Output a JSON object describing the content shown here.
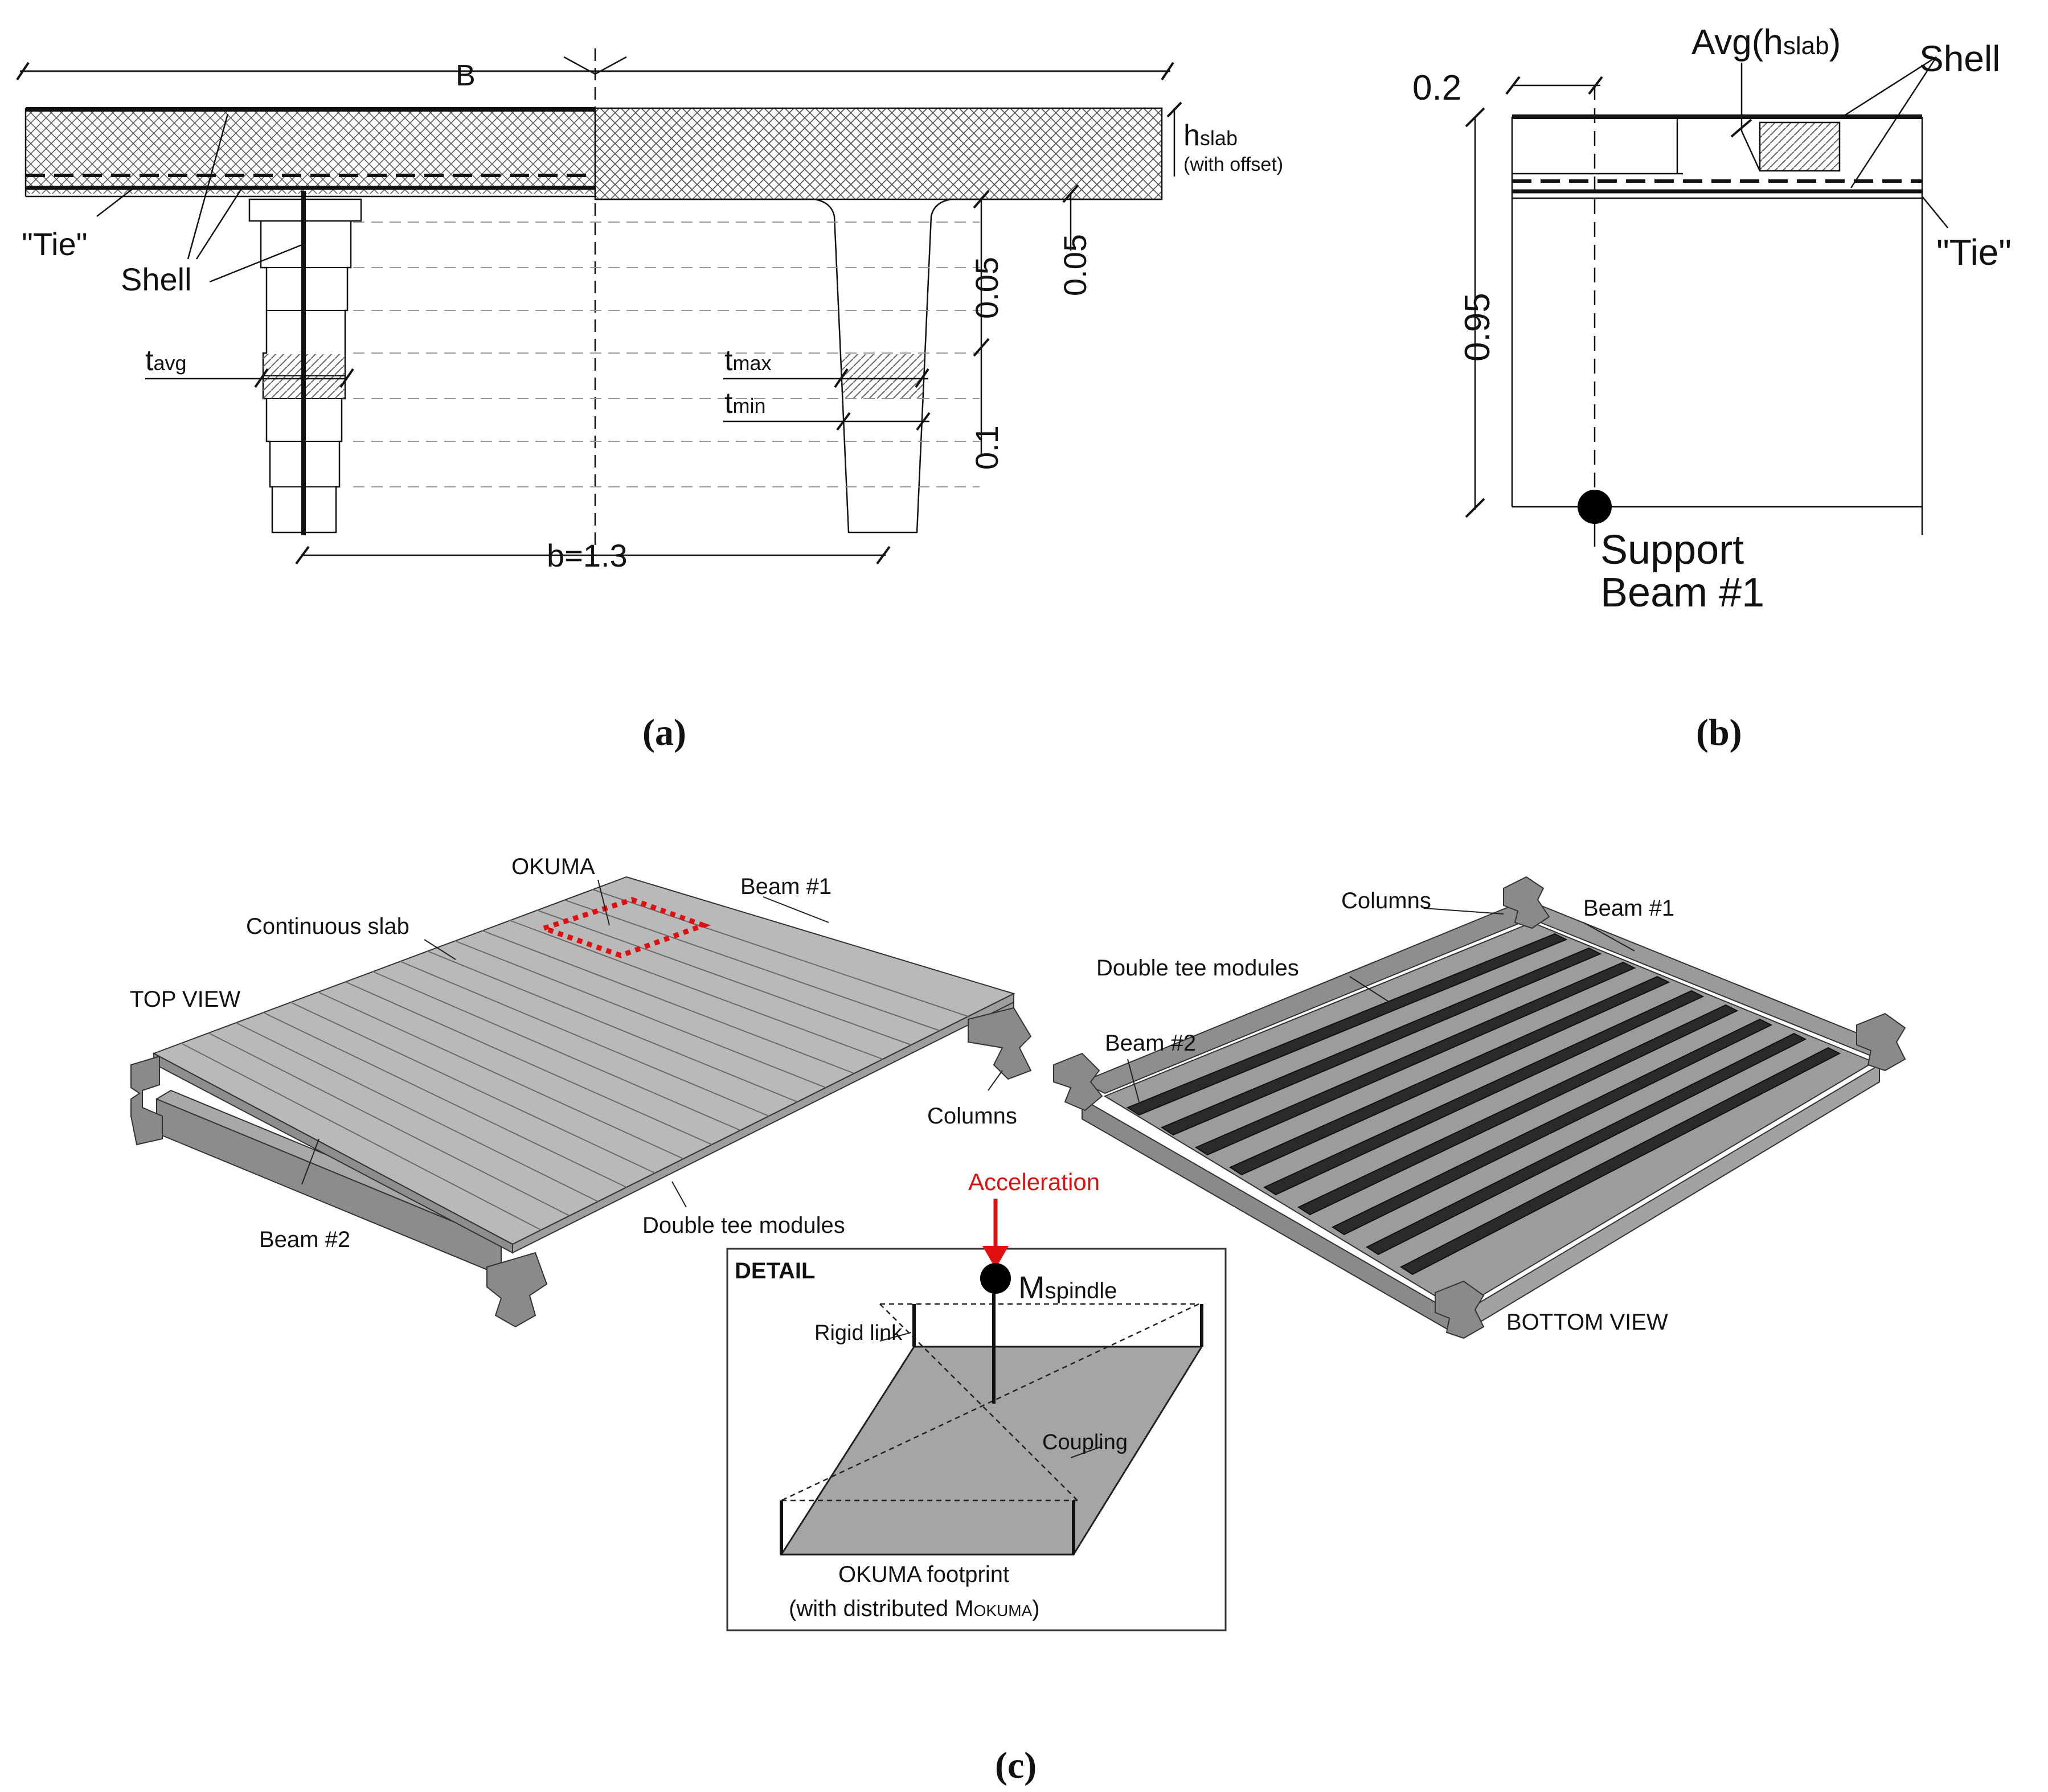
{
  "panel_a": {
    "B": "B",
    "h_slab": "h",
    "h_slab_sub": "slab",
    "with_offset": "(with offset)",
    "tie": "\"Tie\"",
    "shell": "Shell",
    "t_avg": "t",
    "t_avg_sub": "avg",
    "t_max": "t",
    "t_max_sub": "max",
    "t_min": "t",
    "t_min_sub": "min",
    "dim_005_a": "0.05",
    "dim_005_b": "0.05",
    "dim_01": "0.1",
    "b": "b=1.3",
    "caption": "(a)"
  },
  "panel_b": {
    "dim_02": "0.2",
    "avg": "Avg(h",
    "avg_sub": "slab",
    "avg_close": ")",
    "shell": "Shell",
    "tie": "\"Tie\"",
    "dim_095": "0.95",
    "support_line1": "Support",
    "support_line2": "Beam #1",
    "caption": "(b)"
  },
  "panel_c": {
    "okuma": "OKUMA",
    "beam1_top": "Beam #1",
    "continuous_slab": "Continuous slab",
    "top_view": "TOP VIEW",
    "columns_top": "Columns",
    "beam2_top": "Beam #2",
    "double_tee_top": "Double tee modules",
    "columns_bottom": "Columns",
    "beam1_bottom": "Beam #1",
    "double_tee_bottom": "Double tee modules",
    "beam2_bottom": "Beam #2",
    "bottom_view": "BOTTOM VIEW",
    "acceleration": "Acceleration",
    "detail": "DETAIL",
    "m_spindle": "M",
    "m_spindle_sub": "spindle",
    "rigid_link": "Rigid link",
    "coupling": "Coupling",
    "footprint_line1": "OKUMA footprint",
    "footprint_line2": "(with distributed M",
    "footprint_sub": "OKUMA",
    "footprint_close": ")",
    "caption": "(c)"
  },
  "colors": {
    "accent_red": "#e01010",
    "slab_gray": "#b4b4b4",
    "dark_rib": "#2a2a2a"
  }
}
